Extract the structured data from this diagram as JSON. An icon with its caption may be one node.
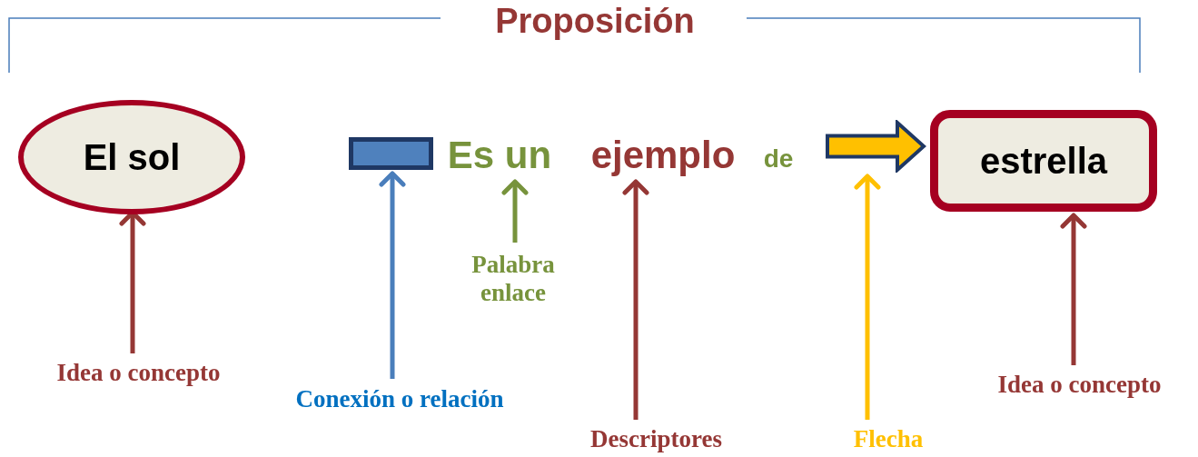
{
  "diagram": {
    "title": "Proposición",
    "nodes": [
      {
        "text": [
          "El sol"
        ]
      },
      {
        "text": [],
        "shape": "box"
      },
      {
        "text": [
          "Es un"
        ]
      },
      {
        "text": [
          "ejemplo"
        ]
      },
      {
        "text": [
          "de"
        ]
      },
      {
        "text": [],
        "shape": "arrow"
      },
      {
        "text": [
          "estrella"
        ]
      },
      {
        "text": [
          "Idea o concepto"
        ]
      },
      {
        "text": [
          "Conexión o relación"
        ]
      },
      {
        "text": [
          "Palabra enlace"
        ]
      },
      {
        "text": [
          "Descriptores"
        ]
      },
      {
        "text": [
          "Flecha"
        ]
      },
      {
        "text": [
          "Idea o concepto"
        ]
      }
    ],
    "edges": [
      {
        "from": 7,
        "to": 0,
        "arrow": "to"
      },
      {
        "from": 8,
        "to": 1,
        "arrow": "to",
        "color": "#4a7ebb"
      },
      {
        "from": 9,
        "to": 2,
        "arrow": "to",
        "color": "#77933c"
      },
      {
        "from": 10,
        "to": 3,
        "arrow": "to"
      },
      {
        "from": 11,
        "to": 5,
        "arrow": "to",
        "color": "#ffc000"
      },
      {
        "from": 12,
        "to": 6,
        "arrow": "to"
      }
    ]
  }
}
